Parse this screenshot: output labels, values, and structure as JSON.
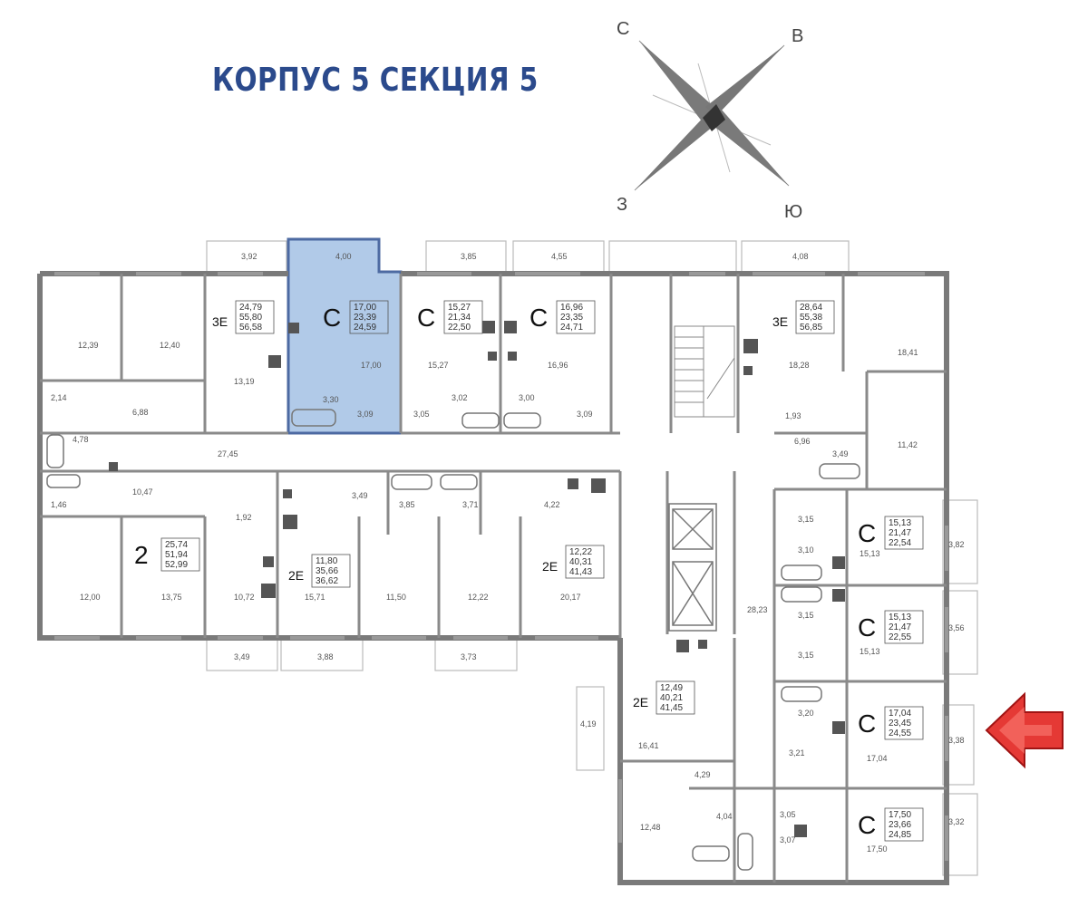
{
  "title": "КОРПУС 5 СЕКЦИЯ 5",
  "compass": {
    "north": "С",
    "east": "В",
    "west": "З",
    "south": "Ю"
  },
  "colors": {
    "title": "#2b4a8c",
    "highlight": "#a9c5e6",
    "highlight_border": "#3a5a98",
    "wall": "#7a7a7a",
    "arrow": "#e53935"
  },
  "apartments": [
    {
      "id": "a1",
      "type": "3Е",
      "areas": [
        "24,79",
        "55,80",
        "56,58"
      ]
    },
    {
      "id": "a2",
      "type": "С",
      "areas": [
        "17,00",
        "23,39",
        "24,59"
      ],
      "highlighted": true
    },
    {
      "id": "a3",
      "type": "С",
      "areas": [
        "15,27",
        "21,34",
        "22,50"
      ]
    },
    {
      "id": "a4",
      "type": "С",
      "areas": [
        "16,96",
        "23,35",
        "24,71"
      ]
    },
    {
      "id": "a5",
      "type": "3Е",
      "areas": [
        "28,64",
        "55,38",
        "56,85"
      ]
    },
    {
      "id": "a6",
      "type": "2",
      "areas": [
        "25,74",
        "51,94",
        "52,99"
      ]
    },
    {
      "id": "a7",
      "type": "2Е",
      "areas": [
        "11,80",
        "35,66",
        "36,62"
      ]
    },
    {
      "id": "a8",
      "type": "2Е",
      "areas": [
        "12,22",
        "40,31",
        "41,43"
      ]
    },
    {
      "id": "a9",
      "type": "С",
      "areas": [
        "15,13",
        "21,47",
        "22,54"
      ]
    },
    {
      "id": "a10",
      "type": "С",
      "areas": [
        "15,13",
        "21,47",
        "22,55"
      ]
    },
    {
      "id": "a11",
      "type": "2Е",
      "areas": [
        "12,49",
        "40,21",
        "41,45"
      ]
    },
    {
      "id": "a12",
      "type": "С",
      "areas": [
        "17,04",
        "23,45",
        "24,55"
      ]
    },
    {
      "id": "a13",
      "type": "С",
      "areas": [
        "17,50",
        "23,66",
        "24,85"
      ]
    }
  ],
  "room_labels": [
    "3,92",
    "4,00",
    "3,85",
    "4,55",
    "4,08",
    "12,39",
    "12,40",
    "13,19",
    "17,00",
    "15,27",
    "16,96",
    "18,28",
    "18,41",
    "2,14",
    "6,88",
    "3,30",
    "3,09",
    "3,05",
    "3,02",
    "3,00",
    "3,09",
    "1,93",
    "4,78",
    "27,45",
    "6,96",
    "3,49",
    "11,42",
    "1,46",
    "10,47",
    "1,92",
    "3,49",
    "3,85",
    "3,71",
    "4,22",
    "3,15",
    "3,10",
    "3,82",
    "15,13",
    "12,00",
    "13,75",
    "10,72",
    "15,71",
    "11,50",
    "12,22",
    "20,17",
    "28,23",
    "3,15",
    "3,15",
    "3,56",
    "15,13",
    "3,49",
    "3,88",
    "3,73",
    "4,19",
    "16,41",
    "3,20",
    "3,21",
    "3,38",
    "17,04",
    "12,48",
    "4,29",
    "4,04",
    "3,05",
    "3,07",
    "3,32",
    "17,50"
  ]
}
